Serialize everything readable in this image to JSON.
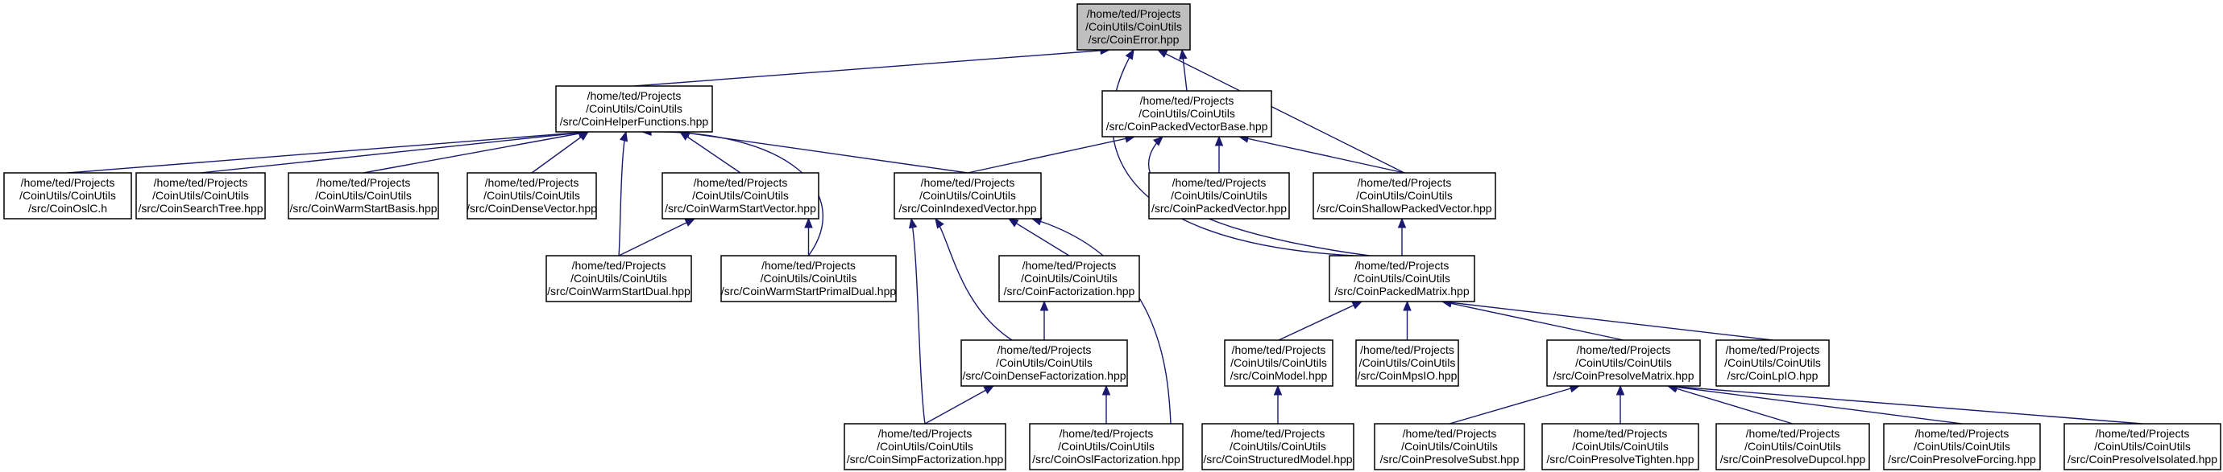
{
  "graph": {
    "nodes": [
      {
        "id": "CoinError",
        "lines": [
          "/home/ted/Projects",
          "/CoinUtils/CoinUtils",
          "/src/CoinError.hpp"
        ],
        "highlight": true
      },
      {
        "id": "CoinHelperFunctions",
        "lines": [
          "/home/ted/Projects",
          "/CoinUtils/CoinUtils",
          "/src/CoinHelperFunctions.hpp"
        ]
      },
      {
        "id": "CoinPackedVectorBase",
        "lines": [
          "/home/ted/Projects",
          "/CoinUtils/CoinUtils",
          "/src/CoinPackedVectorBase.hpp"
        ]
      },
      {
        "id": "CoinOslC",
        "lines": [
          "/home/ted/Projects",
          "/CoinUtils/CoinUtils",
          "/src/CoinOslC.h"
        ]
      },
      {
        "id": "CoinSearchTree",
        "lines": [
          "/home/ted/Projects",
          "/CoinUtils/CoinUtils",
          "/src/CoinSearchTree.hpp"
        ]
      },
      {
        "id": "CoinWarmStartBasis",
        "lines": [
          "/home/ted/Projects",
          "/CoinUtils/CoinUtils",
          "/src/CoinWarmStartBasis.hpp"
        ]
      },
      {
        "id": "CoinDenseVector",
        "lines": [
          "/home/ted/Projects",
          "/CoinUtils/CoinUtils",
          "/src/CoinDenseVector.hpp"
        ]
      },
      {
        "id": "CoinWarmStartVector",
        "lines": [
          "/home/ted/Projects",
          "/CoinUtils/CoinUtils",
          "/src/CoinWarmStartVector.hpp"
        ]
      },
      {
        "id": "CoinIndexedVector",
        "lines": [
          "/home/ted/Projects",
          "/CoinUtils/CoinUtils",
          "/src/CoinIndexedVector.hpp"
        ]
      },
      {
        "id": "CoinPackedVector",
        "lines": [
          "/home/ted/Projects",
          "/CoinUtils/CoinUtils",
          "/src/CoinPackedVector.hpp"
        ]
      },
      {
        "id": "CoinShallowPackedVector",
        "lines": [
          "/home/ted/Projects",
          "/CoinUtils/CoinUtils",
          "/src/CoinShallowPackedVector.hpp"
        ]
      },
      {
        "id": "CoinWarmStartDual",
        "lines": [
          "/home/ted/Projects",
          "/CoinUtils/CoinUtils",
          "/src/CoinWarmStartDual.hpp"
        ]
      },
      {
        "id": "CoinWarmStartPrimalDual",
        "lines": [
          "/home/ted/Projects",
          "/CoinUtils/CoinUtils",
          "/src/CoinWarmStartPrimalDual.hpp"
        ]
      },
      {
        "id": "CoinFactorization",
        "lines": [
          "/home/ted/Projects",
          "/CoinUtils/CoinUtils",
          "/src/CoinFactorization.hpp"
        ]
      },
      {
        "id": "CoinPackedMatrix",
        "lines": [
          "/home/ted/Projects",
          "/CoinUtils/CoinUtils",
          "/src/CoinPackedMatrix.hpp"
        ]
      },
      {
        "id": "CoinDenseFactorization",
        "lines": [
          "/home/ted/Projects",
          "/CoinUtils/CoinUtils",
          "/src/CoinDenseFactorization.hpp"
        ]
      },
      {
        "id": "CoinModel",
        "lines": [
          "/home/ted/Projects",
          "/CoinUtils/CoinUtils",
          "/src/CoinModel.hpp"
        ]
      },
      {
        "id": "CoinMpsIO",
        "lines": [
          "/home/ted/Projects",
          "/CoinUtils/CoinUtils",
          "/src/CoinMpsIO.hpp"
        ]
      },
      {
        "id": "CoinPresolveMatrix",
        "lines": [
          "/home/ted/Projects",
          "/CoinUtils/CoinUtils",
          "/src/CoinPresolveMatrix.hpp"
        ]
      },
      {
        "id": "CoinLpIO",
        "lines": [
          "/home/ted/Projects",
          "/CoinUtils/CoinUtils",
          "/src/CoinLpIO.hpp"
        ]
      },
      {
        "id": "CoinSimpFactorization",
        "lines": [
          "/home/ted/Projects",
          "/CoinUtils/CoinUtils",
          "/src/CoinSimpFactorization.hpp"
        ]
      },
      {
        "id": "CoinOslFactorization",
        "lines": [
          "/home/ted/Projects",
          "/CoinUtils/CoinUtils",
          "/src/CoinOslFactorization.hpp"
        ]
      },
      {
        "id": "CoinStructuredModel",
        "lines": [
          "/home/ted/Projects",
          "/CoinUtils/CoinUtils",
          "/src/CoinStructuredModel.hpp"
        ]
      },
      {
        "id": "CoinPresolveSubst",
        "lines": [
          "/home/ted/Projects",
          "/CoinUtils/CoinUtils",
          "/src/CoinPresolveSubst.hpp"
        ]
      },
      {
        "id": "CoinPresolveTighten",
        "lines": [
          "/home/ted/Projects",
          "/CoinUtils/CoinUtils",
          "/src/CoinPresolveTighten.hpp"
        ]
      },
      {
        "id": "CoinPresolveDupcol",
        "lines": [
          "/home/ted/Projects",
          "/CoinUtils/CoinUtils",
          "/src/CoinPresolveDupcol.hpp"
        ]
      },
      {
        "id": "CoinPresolveForcing",
        "lines": [
          "/home/ted/Projects",
          "/CoinUtils/CoinUtils",
          "/src/CoinPresolveForcing.hpp"
        ]
      },
      {
        "id": "CoinPresolveIsolated",
        "lines": [
          "/home/ted/Projects",
          "/CoinUtils/CoinUtils",
          "/src/CoinPresolveIsolated.hpp"
        ]
      }
    ],
    "edges": [
      {
        "from": "CoinHelperFunctions",
        "to": "CoinError"
      },
      {
        "from": "CoinPackedVectorBase",
        "to": "CoinError"
      },
      {
        "from": "CoinShallowPackedVector",
        "to": "CoinError"
      },
      {
        "from": "CoinPackedMatrix",
        "to": "CoinError"
      },
      {
        "from": "CoinOslC",
        "to": "CoinHelperFunctions"
      },
      {
        "from": "CoinSearchTree",
        "to": "CoinHelperFunctions"
      },
      {
        "from": "CoinWarmStartBasis",
        "to": "CoinHelperFunctions"
      },
      {
        "from": "CoinDenseVector",
        "to": "CoinHelperFunctions"
      },
      {
        "from": "CoinWarmStartVector",
        "to": "CoinHelperFunctions"
      },
      {
        "from": "CoinIndexedVector",
        "to": "CoinHelperFunctions"
      },
      {
        "from": "CoinWarmStartDual",
        "to": "CoinHelperFunctions"
      },
      {
        "from": "CoinWarmStartPrimalDual",
        "to": "CoinHelperFunctions"
      },
      {
        "from": "CoinIndexedVector",
        "to": "CoinPackedVectorBase"
      },
      {
        "from": "CoinPackedVector",
        "to": "CoinPackedVectorBase"
      },
      {
        "from": "CoinShallowPackedVector",
        "to": "CoinPackedVectorBase"
      },
      {
        "from": "CoinPackedMatrix",
        "to": "CoinPackedVectorBase"
      },
      {
        "from": "CoinPackedMatrix",
        "to": "CoinShallowPackedVector"
      },
      {
        "from": "CoinWarmStartDual",
        "to": "CoinWarmStartVector"
      },
      {
        "from": "CoinWarmStartPrimalDual",
        "to": "CoinWarmStartVector"
      },
      {
        "from": "CoinFactorization",
        "to": "CoinIndexedVector"
      },
      {
        "from": "CoinDenseFactorization",
        "to": "CoinIndexedVector"
      },
      {
        "from": "CoinSimpFactorization",
        "to": "CoinIndexedVector"
      },
      {
        "from": "CoinOslFactorization",
        "to": "CoinIndexedVector"
      },
      {
        "from": "CoinDenseFactorization",
        "to": "CoinFactorization"
      },
      {
        "from": "CoinSimpFactorization",
        "to": "CoinDenseFactorization"
      },
      {
        "from": "CoinOslFactorization",
        "to": "CoinDenseFactorization"
      },
      {
        "from": "CoinModel",
        "to": "CoinPackedMatrix"
      },
      {
        "from": "CoinMpsIO",
        "to": "CoinPackedMatrix"
      },
      {
        "from": "CoinPresolveMatrix",
        "to": "CoinPackedMatrix"
      },
      {
        "from": "CoinLpIO",
        "to": "CoinPackedMatrix"
      },
      {
        "from": "CoinStructuredModel",
        "to": "CoinModel"
      },
      {
        "from": "CoinPresolveSubst",
        "to": "CoinPresolveMatrix"
      },
      {
        "from": "CoinPresolveTighten",
        "to": "CoinPresolveMatrix"
      },
      {
        "from": "CoinPresolveDupcol",
        "to": "CoinPresolveMatrix"
      },
      {
        "from": "CoinPresolveForcing",
        "to": "CoinPresolveMatrix"
      },
      {
        "from": "CoinPresolveIsolated",
        "to": "CoinPresolveMatrix"
      }
    ]
  },
  "colors": {
    "edge": "#191970",
    "node_fill": "#ffffff",
    "root_fill": "#bfbfbf",
    "border": "#000000"
  }
}
